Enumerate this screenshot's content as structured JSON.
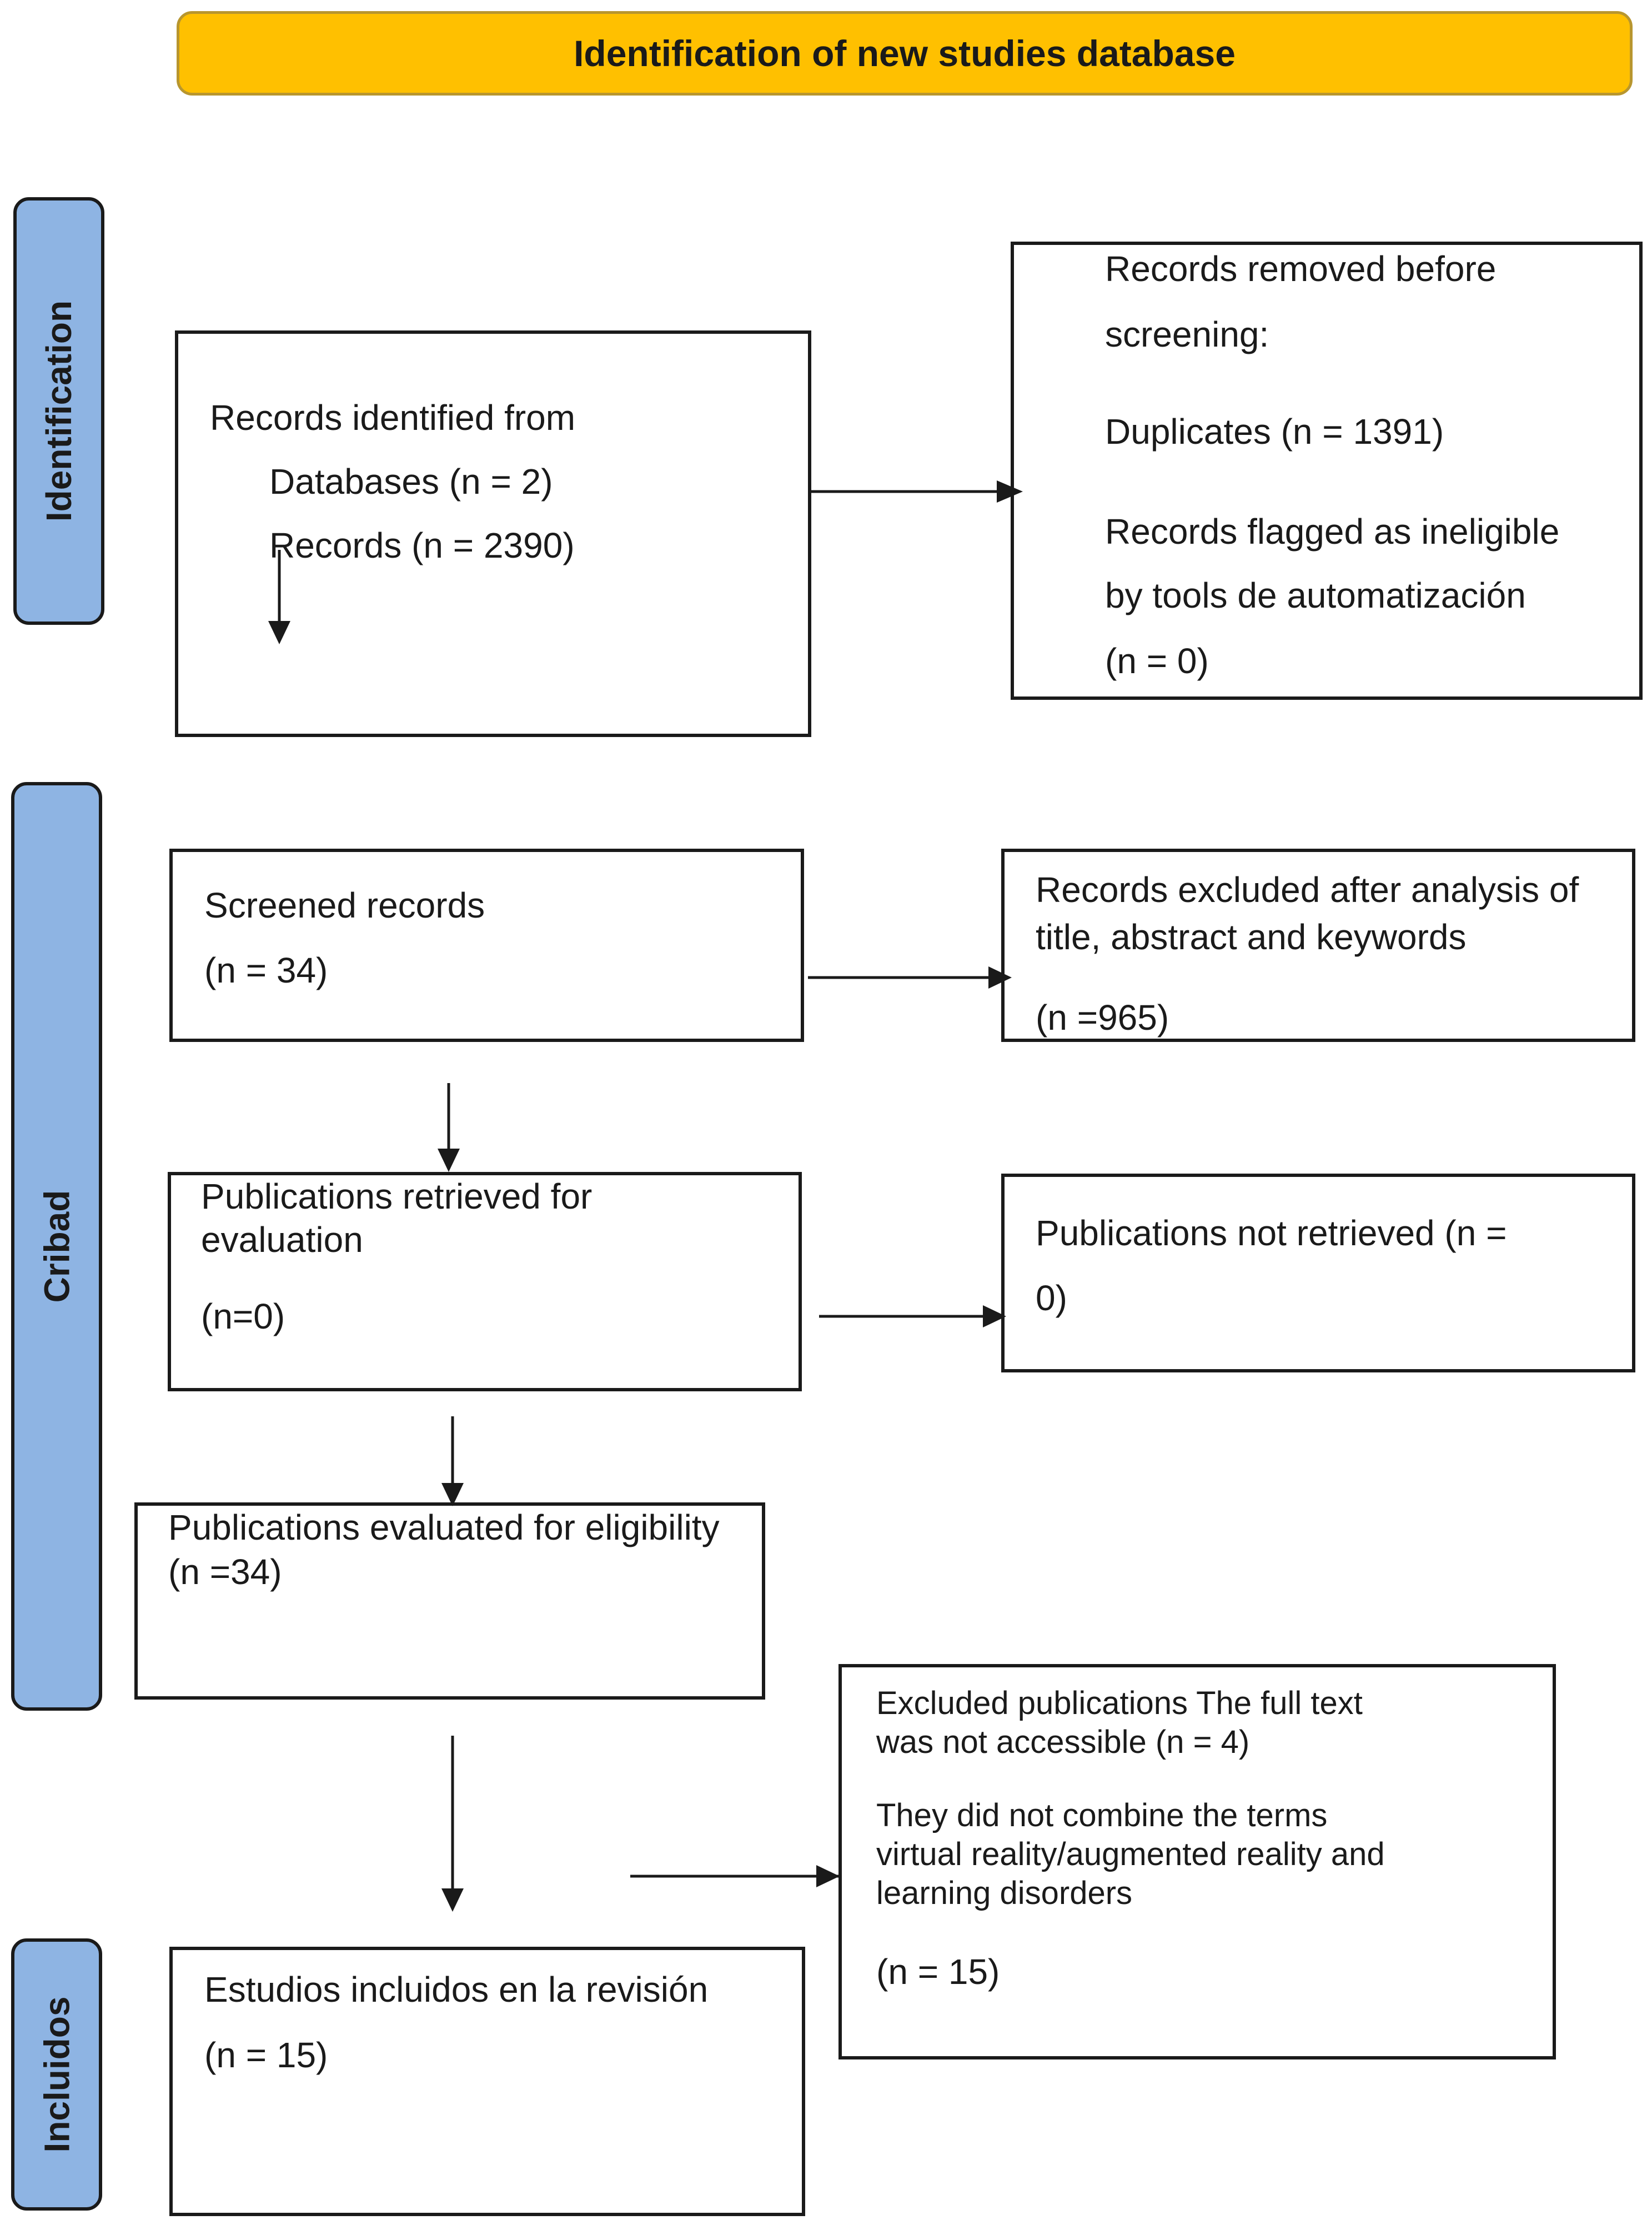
{
  "banner": {
    "title": "Identification of new studies database"
  },
  "phases": {
    "identification": "Identification",
    "cribad": "Cribad",
    "incluidos": "Incluidos"
  },
  "identified": {
    "line1": "Records identified from",
    "line2": "Databases (n = 2)",
    "line3": "Records (n = 2390)"
  },
  "removed": {
    "line1": "Records removed before",
    "line2": "screening:",
    "line3": "Duplicates (n = 1391)",
    "line4": "Records flagged as ineligible",
    "line5": "by tools de automatización",
    "line6": "(n = 0)"
  },
  "screened": {
    "line1": "Screened records",
    "line2": "(n = 34)"
  },
  "excluded_title": {
    "line1": "Records excluded after analysis of",
    "line2": "title, abstract and keywords",
    "line3": "(n =965)"
  },
  "retrieved": {
    "line1": "Publications retrieved for",
    "line2": "evaluation",
    "line3": "(n=0)"
  },
  "not_retrieved": {
    "line1": "Publications not retrieved (n =",
    "line2": "0)"
  },
  "eligibility": {
    "line1": "Publications evaluated for eligibility",
    "line2": "(n =34)"
  },
  "excluded_pubs": {
    "line1": "Excluded publications The full text",
    "line2": "was not accessible (n = 4)",
    "line3": "They did not combine the terms",
    "line4": "virtual reality/augmented reality and",
    "line5": "learning disorders",
    "line6": "(n = 15)"
  },
  "included": {
    "line1": "Estudios incluidos en la revisión",
    "line2": "(n = 15)"
  }
}
